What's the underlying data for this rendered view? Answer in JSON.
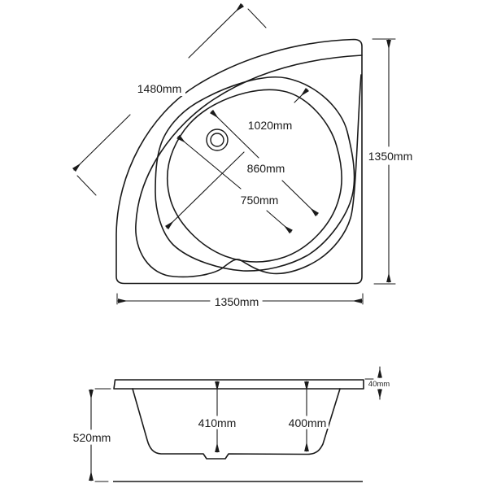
{
  "drawing": {
    "kind": "corner-bath-technical-drawing",
    "unit": "mm",
    "line_color": "#1a1a1a",
    "background_color": "#ffffff"
  },
  "top_view": {
    "curved_front_width": "1480mm",
    "basin_diagonal_long": "1020mm",
    "basin_diagonal_mid": "860mm",
    "basin_diagonal_short": "750mm",
    "right_edge_length": "1350mm",
    "bottom_edge_length": "1350mm"
  },
  "side_view": {
    "overall_height": "520mm",
    "internal_depth_left": "410mm",
    "internal_depth_right": "400mm",
    "rim_thickness": "40mm"
  }
}
